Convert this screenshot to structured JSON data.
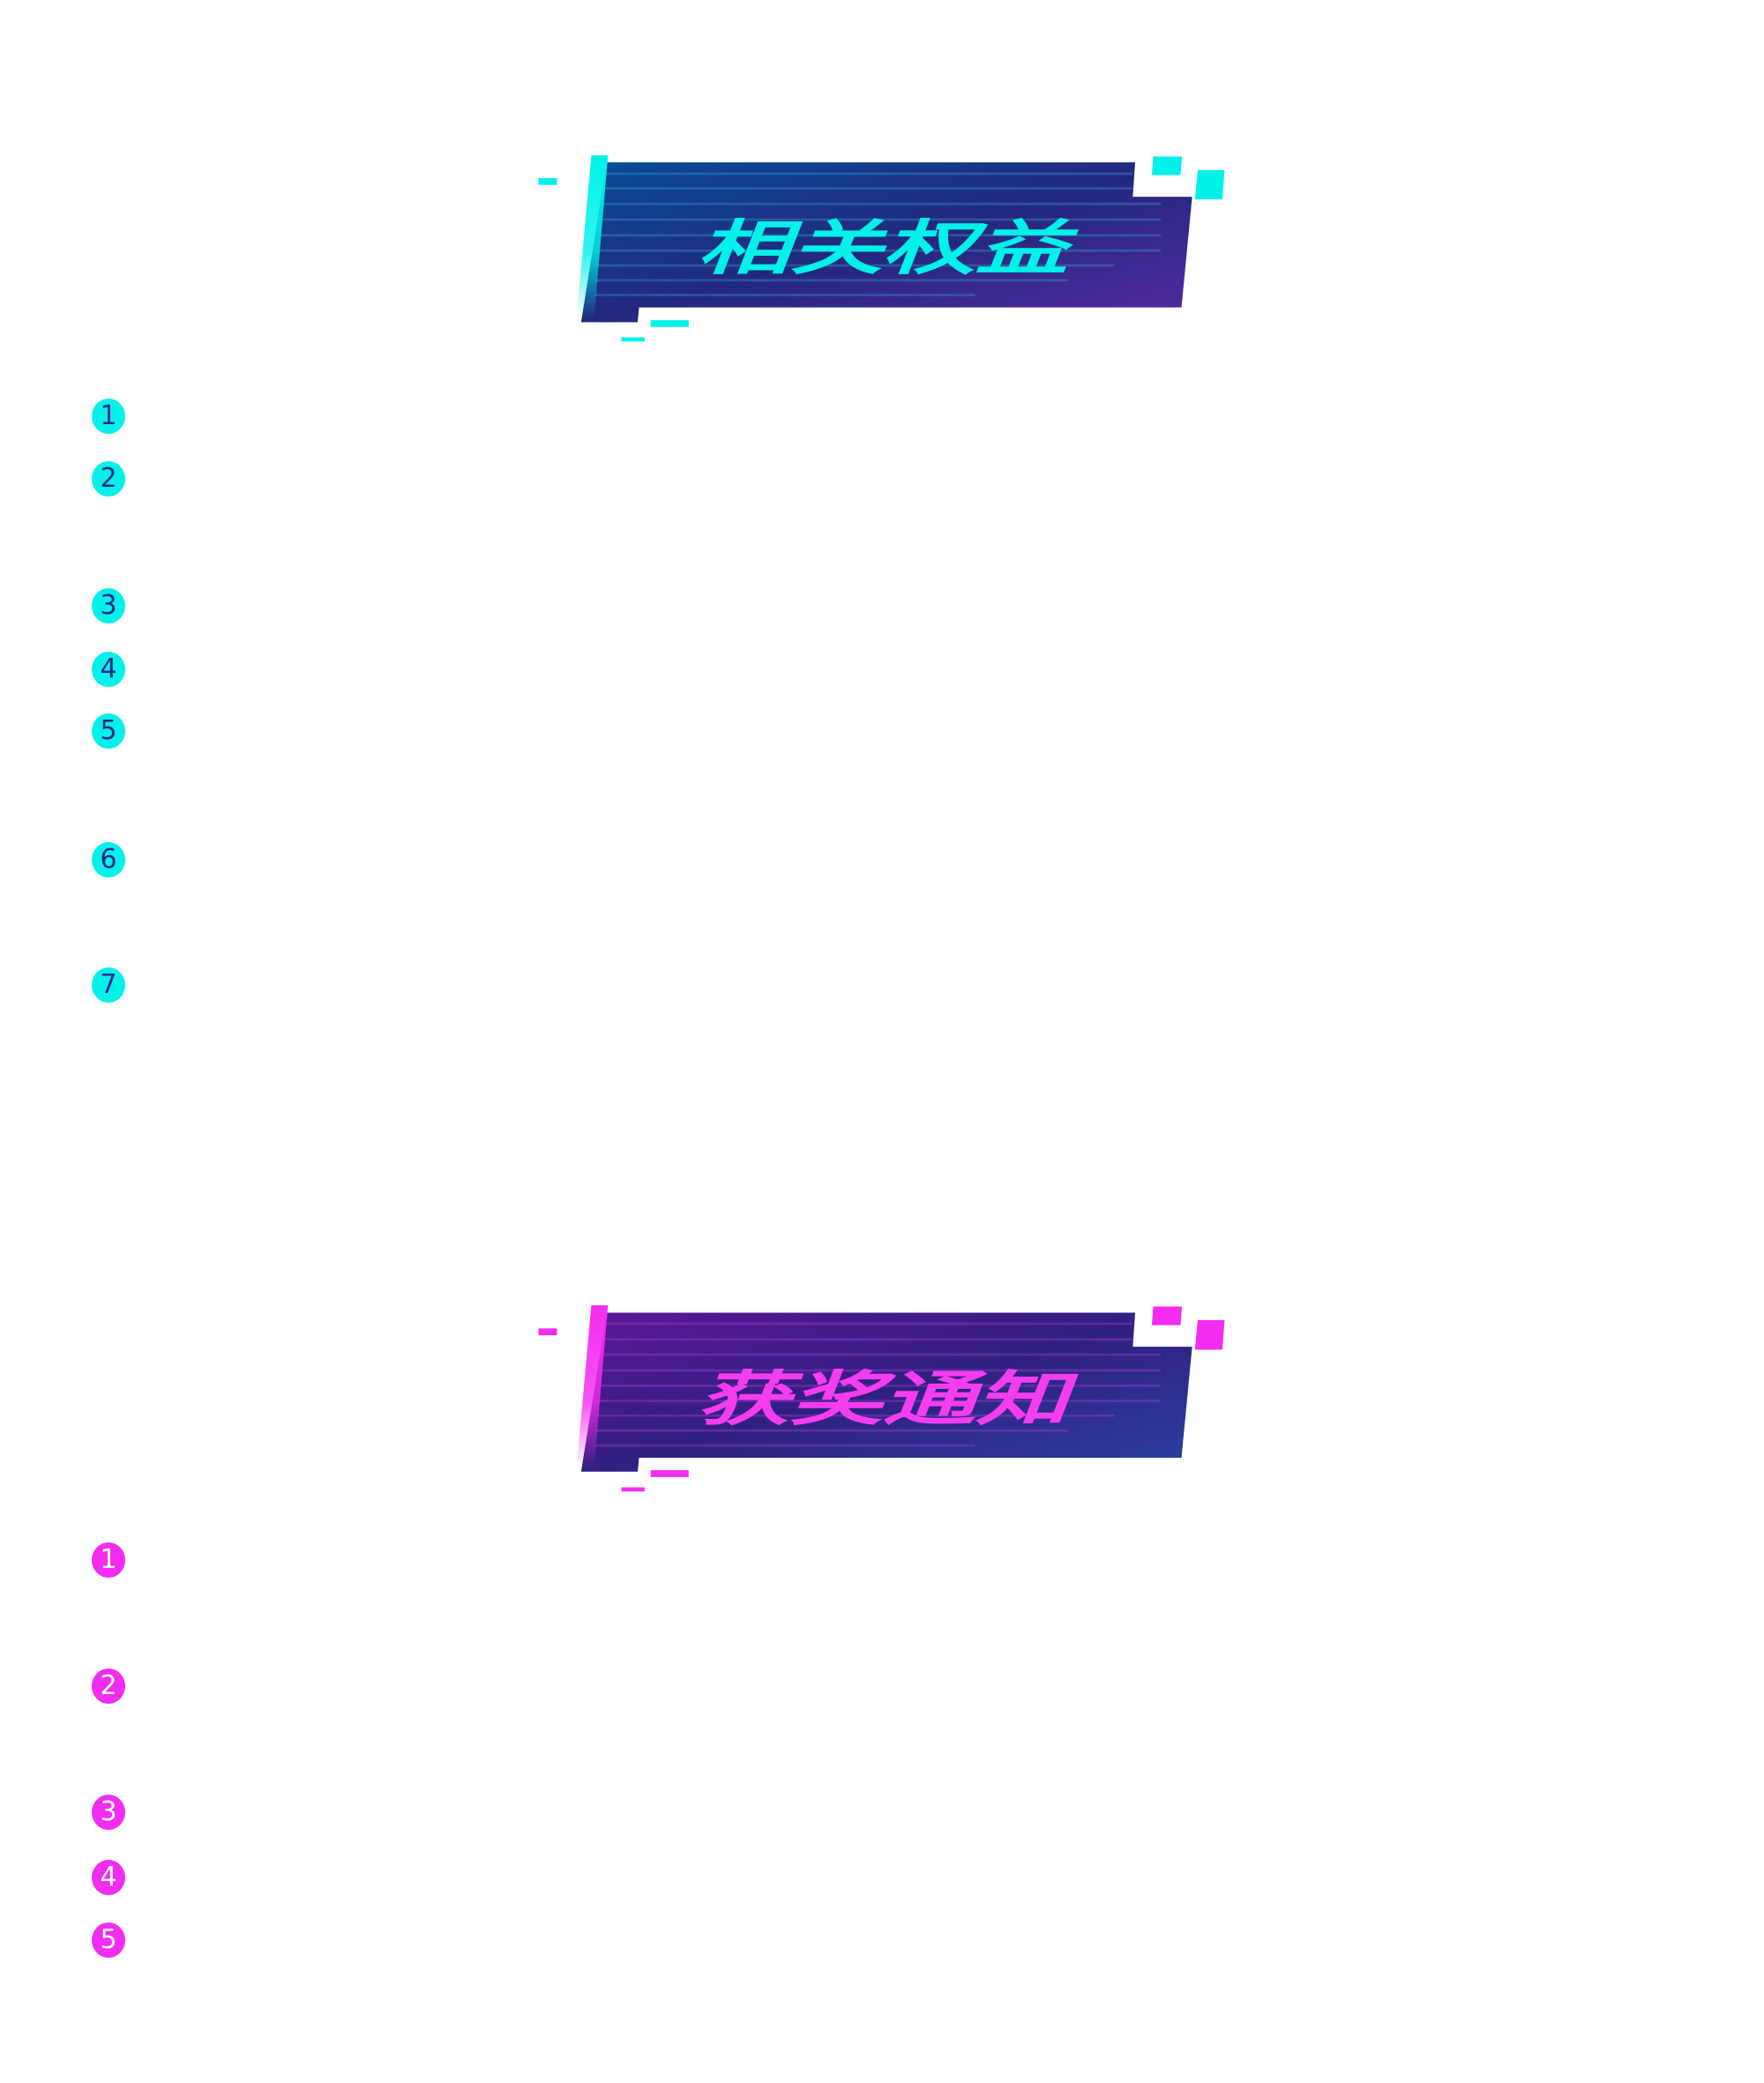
{
  "sections": [
    {
      "title": "相关权益",
      "accent": "#00f2ea",
      "bg_start": "#0a4a96",
      "bg_end": "#4d2a9e",
      "numbers": [
        "1",
        "2",
        "3",
        "4",
        "5",
        "6",
        "7"
      ]
    },
    {
      "title": "获奖通知",
      "accent": "#f22cf0",
      "bg_start": "#5a1796",
      "bg_end": "#2a3c9a",
      "numbers": [
        "1",
        "2",
        "3",
        "4",
        "5"
      ]
    }
  ]
}
